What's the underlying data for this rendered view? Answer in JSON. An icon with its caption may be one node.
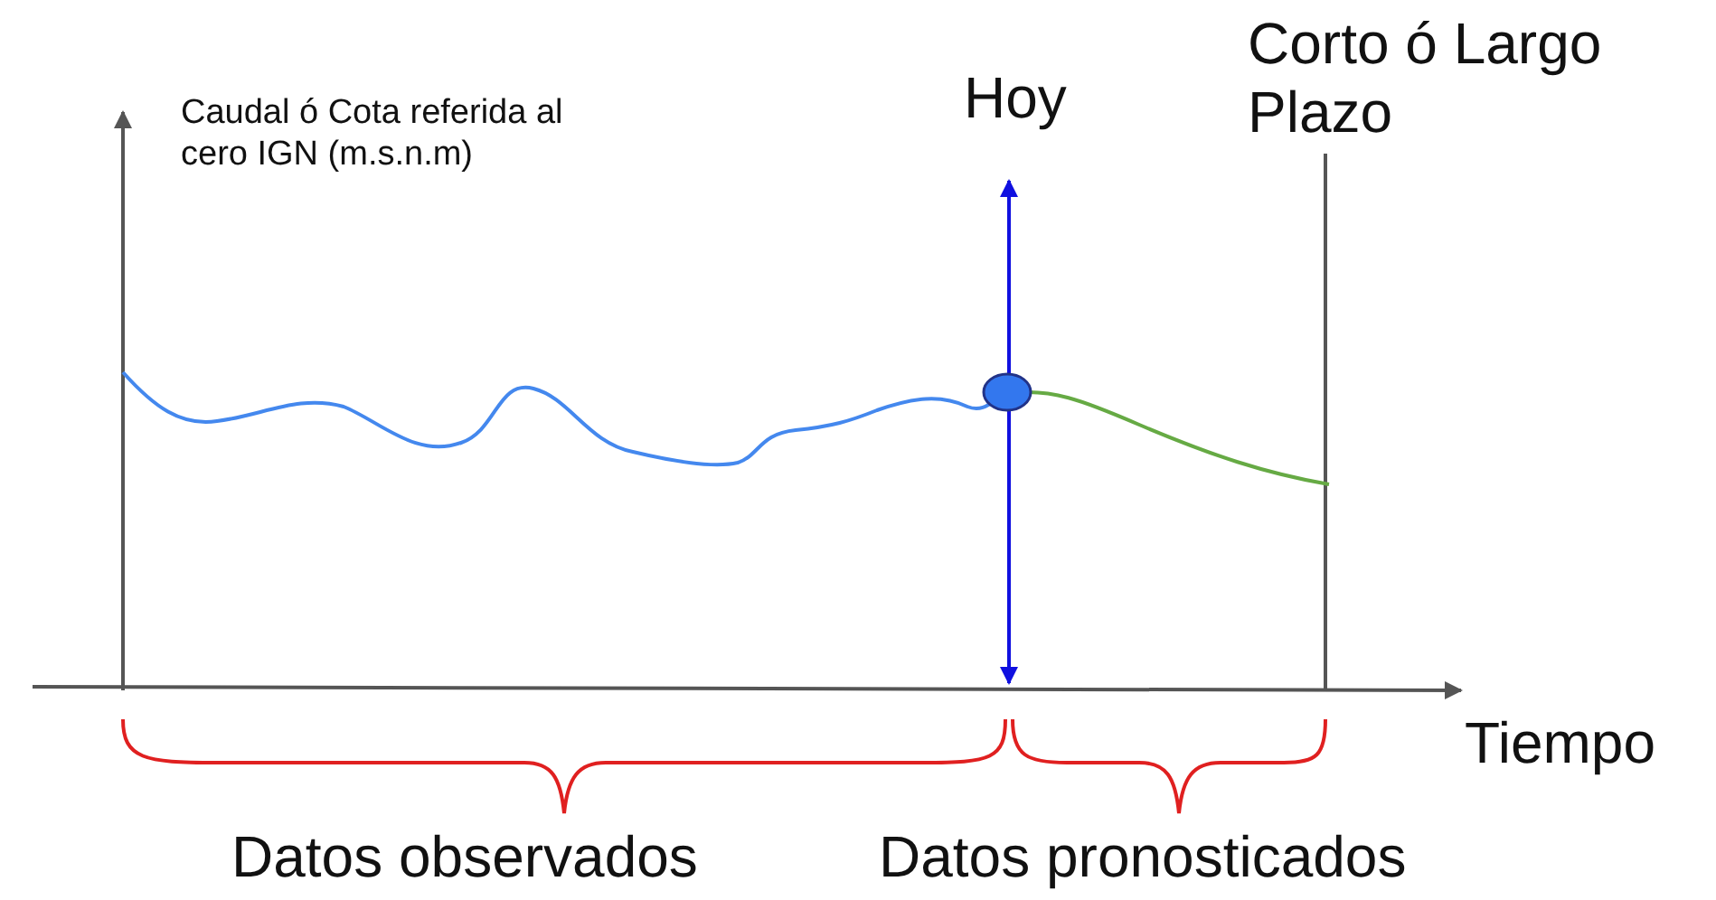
{
  "diagram": {
    "labels": [
      "Caudal ó Cota referida al cero IGN (m.s.n.m)",
      "Hoy",
      "Corto ó Largo Plazo",
      "Tiempo",
      "Datos observados",
      "Datos pronosticados"
    ]
  }
}
